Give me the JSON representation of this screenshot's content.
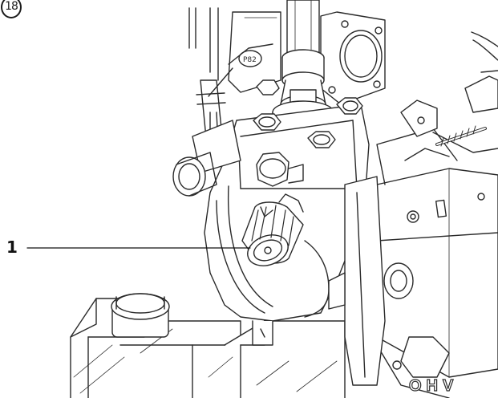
{
  "figure": {
    "number_label": "18"
  },
  "callouts": [
    {
      "label": "1",
      "target": "knurled-knob"
    }
  ],
  "parts": {
    "plate_label": "P82",
    "engine_brand_text": "OHV"
  },
  "colors": {
    "line": "#2a2a2a",
    "fill": "#ffffff",
    "shade": "#f4f4f4"
  }
}
